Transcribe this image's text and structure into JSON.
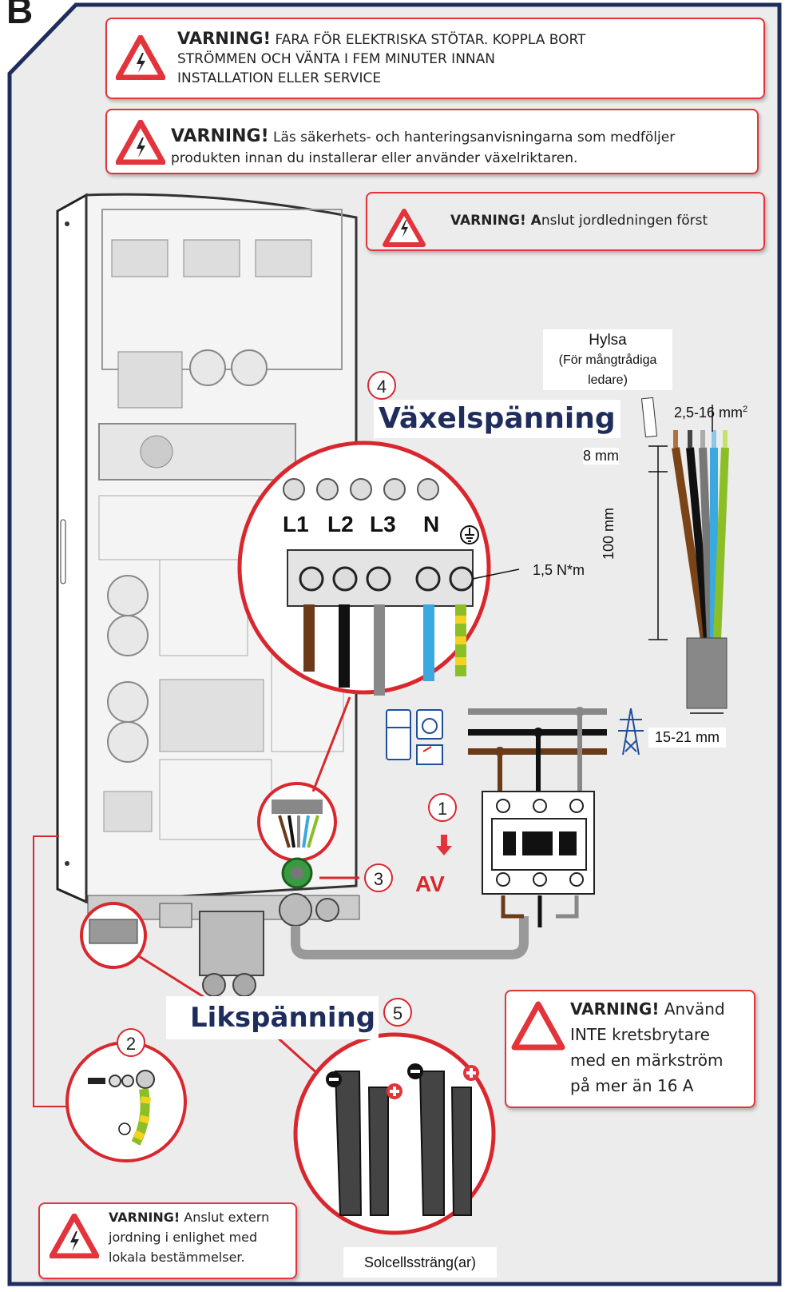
{
  "section_letter": "B",
  "warnings": {
    "w1_bold": "VARNING!",
    "w1_line1": "FARA FÖR ELEKTRISKA STÖTAR. KOPPLA BORT",
    "w1_line2": "STRÖMMEN OCH VÄNTA I FEM MINUTER INNAN",
    "w1_line3": "INSTALLATION ELLER SERVICE",
    "w2_bold": "VARNING!",
    "w2_line1": "Läs säkerhets- och hanteringsanvisningarna som medföljer",
    "w2_line2": "produkten innan du installerar eller använder växelriktaren.",
    "w3_bold": "VARNING! A",
    "w3_text": "nslut jordledningen först",
    "w4_bold": "VARNING!",
    "w4_line1": "Använd",
    "w4_line2": "INTE kretsbrytare",
    "w4_line3": "med en märkström",
    "w4_line4": "på mer än 16 A",
    "w5_bold": "VARNING!",
    "w5_line1": "Anslut extern",
    "w5_line2": "jordning i enlighet med",
    "w5_line3": "lokala bestämmelser."
  },
  "labels": {
    "ac_title": "Växelspänning",
    "dc_title": "Likspänning",
    "terminals": [
      "L1",
      "L2",
      "L3",
      "N"
    ],
    "torque": "1,5 N*m",
    "ferrule_line1": "Hylsa",
    "ferrule_line2": "(För mångtrådiga",
    "ferrule_line3": "ledare)",
    "cross_section": "2,5-16 mm",
    "cross_section_sup": "2",
    "strip_length": "8 mm",
    "wire_length": "100 mm",
    "cable_diameter": "15-21 mm",
    "off": "AV",
    "pv_strings": "Solcellssträng(ar)"
  },
  "steps": [
    "1",
    "2",
    "3",
    "4",
    "5"
  ],
  "colors": {
    "accent_red": "#d9272e",
    "title_blue": "#1f2d5c",
    "frame_navy": "#1f2d5c",
    "panel_grey": "#ececec"
  }
}
